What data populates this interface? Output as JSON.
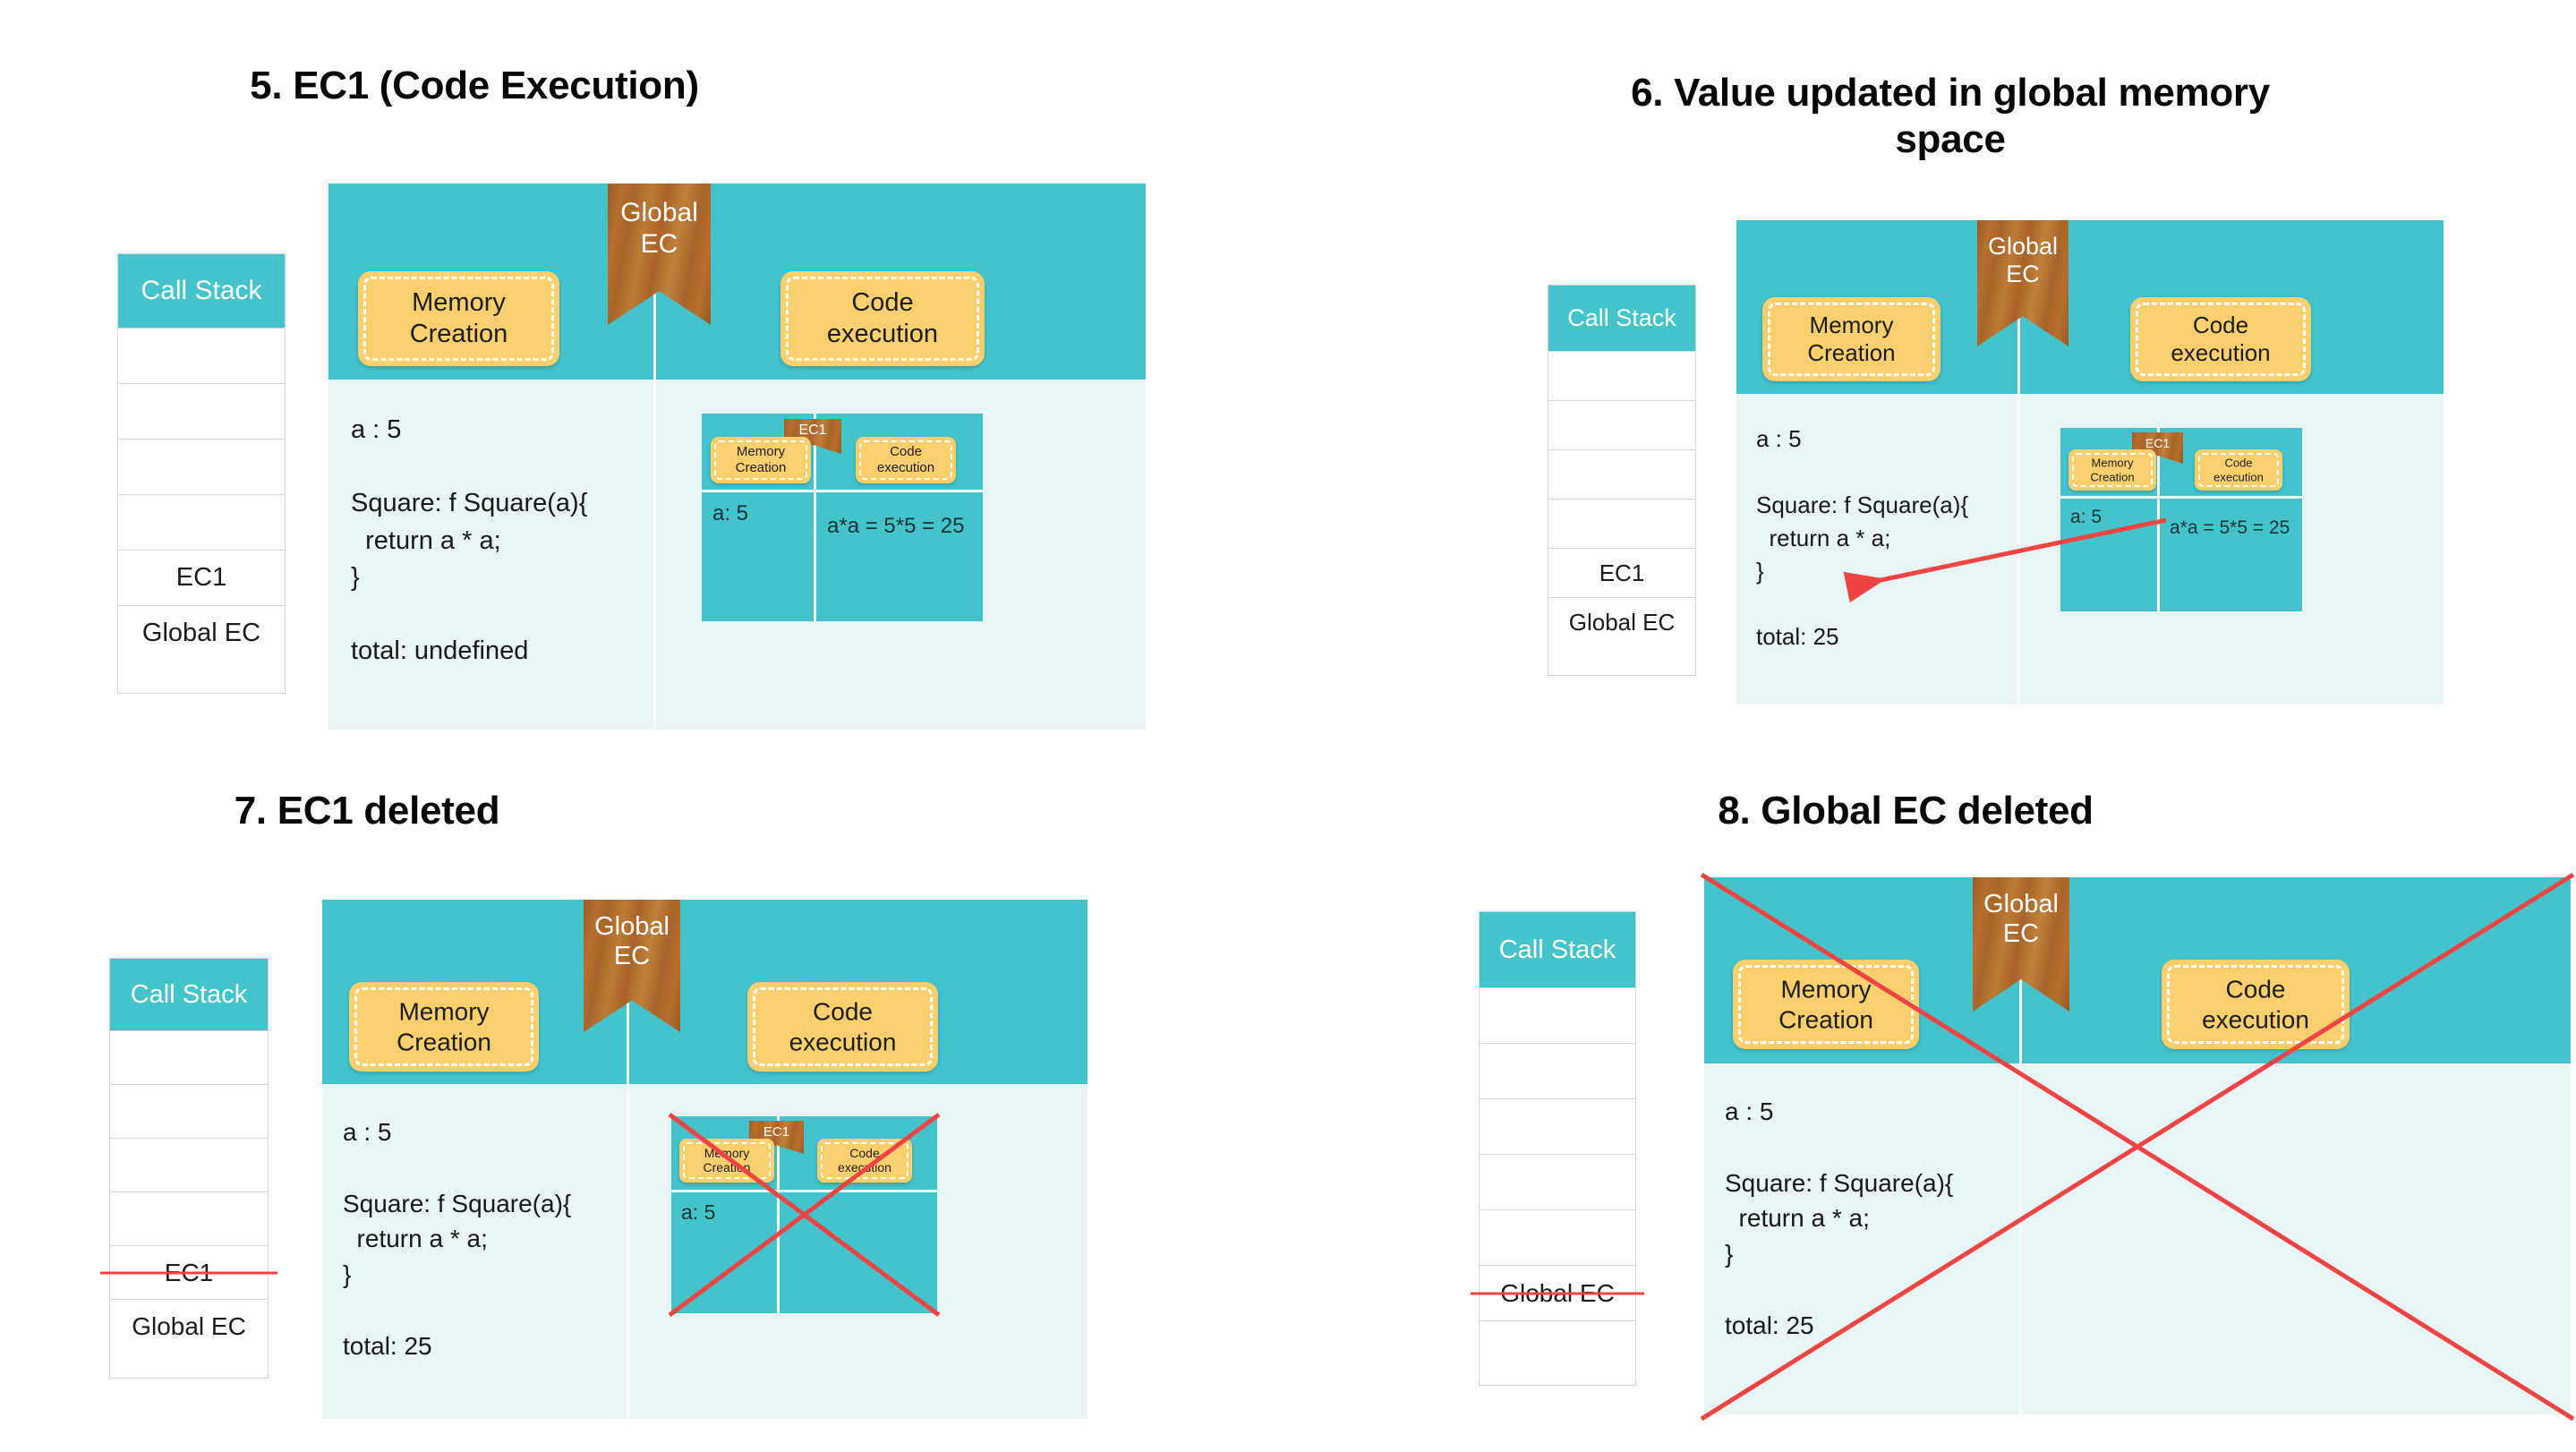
{
  "panels": [
    {
      "id": "panel-5",
      "title": "5. EC1 (Code Execution)",
      "call_stack": {
        "header": "Call Stack",
        "rows": [
          "",
          "",
          "",
          "",
          "EC1",
          "Global EC"
        ],
        "struck": []
      },
      "diagram": {
        "ribbon_label": "Global\nEC",
        "memory_box": "Memory\nCreation",
        "code_box": "Code\nexecution",
        "memory_lines": "a : 5\n\nSquare: f Square(a){\n  return a * a;\n}\n\ntotal: undefined",
        "inner": {
          "ribbon_label": "EC1",
          "memory_box": "Memory\nCreation",
          "code_box": "Code\nexecution",
          "memory_value": "a: 5",
          "code_value": "a*a = 5*5 = 25",
          "crossed_out": false
        },
        "crossed_out": false,
        "has_arrow": false
      }
    },
    {
      "id": "panel-6",
      "title": "6. Value updated in global memory space",
      "call_stack": {
        "header": "Call Stack",
        "rows": [
          "",
          "",
          "",
          "",
          "EC1",
          "Global EC"
        ],
        "struck": []
      },
      "diagram": {
        "ribbon_label": "Global\nEC",
        "memory_box": "Memory\nCreation",
        "code_box": "Code\nexecution",
        "memory_lines": "a : 5\n\nSquare: f Square(a){\n  return a * a;\n}\n\ntotal: 25",
        "inner": {
          "ribbon_label": "EC1",
          "memory_box": "Memory\nCreation",
          "code_box": "Code\nexecution",
          "memory_value": "a: 5",
          "code_value": "a*a = 5*5 = 25",
          "crossed_out": false
        },
        "crossed_out": false,
        "has_arrow": true
      }
    },
    {
      "id": "panel-7",
      "title": "7. EC1 deleted",
      "call_stack": {
        "header": "Call Stack",
        "rows": [
          "",
          "",
          "",
          "",
          "EC1",
          "Global EC"
        ],
        "struck": [
          4
        ]
      },
      "diagram": {
        "ribbon_label": "Global\nEC",
        "memory_box": "Memory\nCreation",
        "code_box": "Code\nexecution",
        "memory_lines": "a : 5\n\nSquare: f Square(a){\n  return a * a;\n}\n\ntotal: 25",
        "inner": {
          "ribbon_label": "EC1",
          "memory_box": "Memory\nCreation",
          "code_box": "Code\nexecution",
          "memory_value": "a: 5",
          "code_value": "",
          "crossed_out": true
        },
        "crossed_out": false,
        "has_arrow": false
      }
    },
    {
      "id": "panel-8",
      "title": "8. Global EC deleted",
      "call_stack": {
        "header": "Call Stack",
        "rows": [
          "",
          "",
          "",
          "",
          "",
          "Global EC",
          ""
        ],
        "struck": [
          5
        ]
      },
      "diagram": {
        "ribbon_label": "Global\nEC",
        "memory_box": "Memory\nCreation",
        "code_box": "Code\nexecution",
        "memory_lines": "a : 5\n\nSquare: f Square(a){\n  return a * a;\n}\n\ntotal: 25",
        "inner": null,
        "crossed_out": true,
        "has_arrow": false
      }
    }
  ],
  "colors": {
    "teal": "#44c3ca",
    "pale_teal": "#e9f5f4",
    "amber": "#fbcf6d",
    "wood": "#a9652a",
    "red": "#ef4444",
    "white": "#ffffff",
    "text": "#1b1b1b"
  }
}
